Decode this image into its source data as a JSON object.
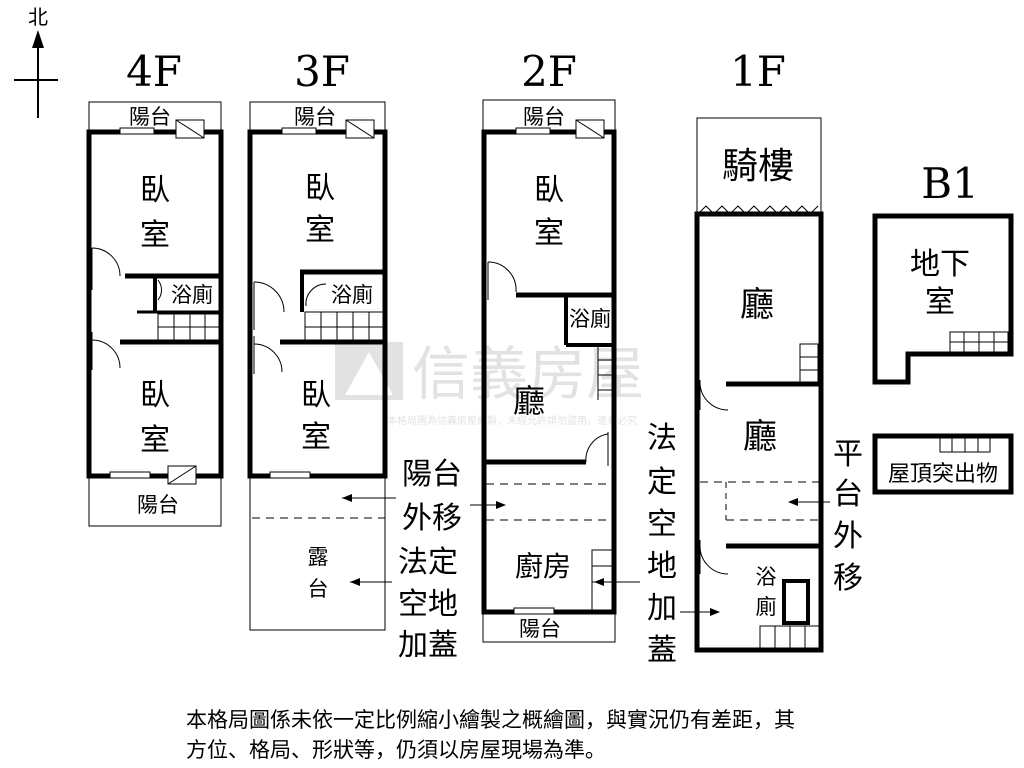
{
  "compass": {
    "label": "北"
  },
  "floors": {
    "f4": {
      "title": "4F",
      "balcony_top": "陽台",
      "bedroom1": [
        "臥",
        "室"
      ],
      "bath": "浴廁",
      "bedroom2": [
        "臥",
        "室"
      ],
      "balcony_bottom": "陽台"
    },
    "f3": {
      "title": "3F",
      "balcony_top": "陽台",
      "bedroom1": [
        "臥",
        "室"
      ],
      "bath": "浴廁",
      "bedroom2": [
        "臥",
        "室"
      ],
      "terrace": [
        "露",
        "台"
      ]
    },
    "f2": {
      "title": "2F",
      "balcony_top": "陽台",
      "bedroom": [
        "臥",
        "室"
      ],
      "bath": "浴廁",
      "living": "廳",
      "kitchen": "廚房",
      "balcony_bottom": "陽台"
    },
    "f1": {
      "title": "1F",
      "arcade": "騎樓",
      "living1": "廳",
      "living2": "廳",
      "bath": [
        "浴",
        "廁"
      ]
    },
    "b1": {
      "title": "B1",
      "basement": [
        "地下",
        "室"
      ],
      "roof": "屋頂突出物"
    }
  },
  "annotations": {
    "balcony_moved": [
      "陽台",
      "外移"
    ],
    "legal_space_3f": [
      "法定",
      "空地",
      "加蓋"
    ],
    "legal_space_2f": [
      "法",
      "定",
      "空",
      "地",
      "加",
      "蓋"
    ],
    "platform_moved": [
      "平",
      "台",
      "外",
      "移"
    ]
  },
  "watermark": {
    "brand": "信義房屋",
    "notice": "本格局圖為信義房屋繪製，未經允許請勿盜用，違者必究"
  },
  "footer": {
    "line1": "本格局圖係未依一定比例縮小繪製之概繪圖，與實況仍有差距，其",
    "line2": "方位、格局、形狀等，仍須以房屋現場為準。"
  }
}
